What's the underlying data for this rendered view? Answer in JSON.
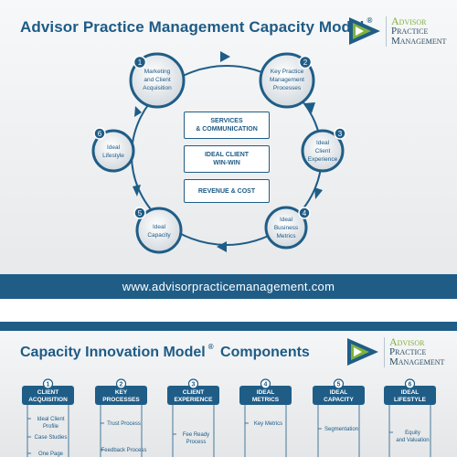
{
  "slide1": {
    "title": "Advisor Practice Management Capacity Model",
    "registered": "®",
    "logo": {
      "line1": "Advisor",
      "line2": "Practice",
      "line3": "Management"
    },
    "cycle": [
      {
        "num": "1",
        "label": [
          "Marketing",
          "and Client",
          "Acquisition"
        ]
      },
      {
        "num": "2",
        "label": [
          "Key Practice",
          "Management",
          "Processes"
        ]
      },
      {
        "num": "3",
        "label": [
          "Ideal",
          "Client",
          "Experience"
        ]
      },
      {
        "num": "4",
        "label": [
          "Ideal",
          "Business",
          "Metrics"
        ]
      },
      {
        "num": "5",
        "label": [
          "Ideal",
          "Capacity"
        ]
      },
      {
        "num": "6",
        "label": [
          "Ideal",
          "Lifestyle"
        ]
      }
    ],
    "center": {
      "box1": [
        "SERVICES",
        "& COMMUNICATION"
      ],
      "box2": [
        "IDEAL CLIENT",
        "WIN-WIN"
      ],
      "box3": [
        "REVENUE & COST"
      ]
    },
    "footer": "www.advisorpracticemanagement.com"
  },
  "slide2": {
    "title": "Capacity Innovation Model",
    "title_suffix": "Components",
    "registered": "®",
    "logo": {
      "line1": "Advisor",
      "line2": "Practice",
      "line3": "Management"
    },
    "columns": [
      {
        "num": "1",
        "header": [
          "CLIENT",
          "ACQUISITION"
        ],
        "items": [
          [
            "Ideal Client",
            "Profile"
          ],
          [
            "Case Studies"
          ],
          [
            "One Page"
          ]
        ]
      },
      {
        "num": "2",
        "header": [
          "KEY",
          "PROCESSES"
        ],
        "items": [
          [
            "Trust Process"
          ],
          [
            "Feedback Process"
          ]
        ]
      },
      {
        "num": "3",
        "header": [
          "CLIENT",
          "EXPERIENCE"
        ],
        "items": [
          [
            "Fee Ready",
            "Process"
          ]
        ]
      },
      {
        "num": "4",
        "header": [
          "IDEAL",
          "METRICS"
        ],
        "items": [
          [
            "Key Metrics"
          ]
        ]
      },
      {
        "num": "5",
        "header": [
          "IDEAL",
          "CAPACITY"
        ],
        "items": [
          [
            "Segmentation"
          ]
        ]
      },
      {
        "num": "6",
        "header": [
          "IDEAL",
          "LIFESTYLE"
        ],
        "items": [
          [
            "Equity",
            "and Valuation"
          ]
        ]
      }
    ]
  },
  "colors": {
    "primary": "#1f5d87",
    "accent": "#7fb23d",
    "circle": "#1f5d87"
  }
}
